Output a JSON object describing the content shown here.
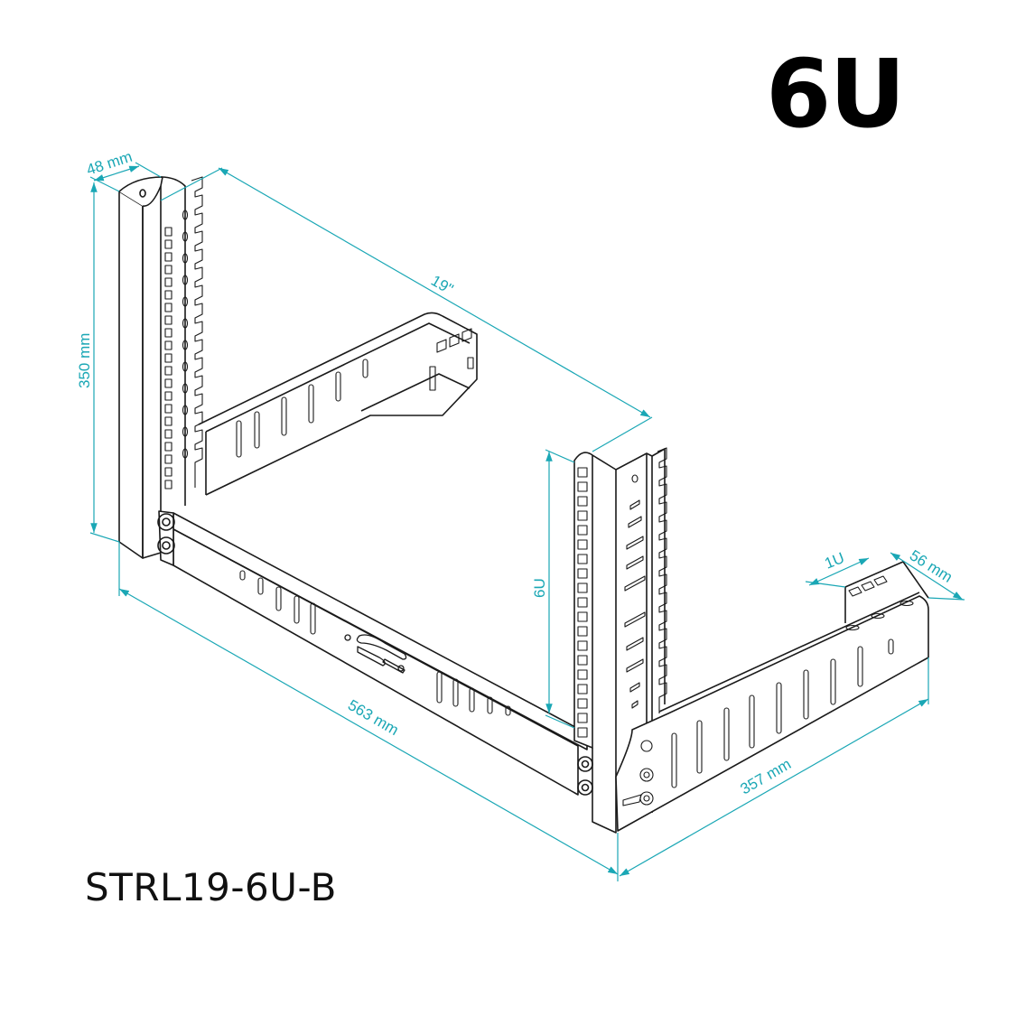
{
  "header": {
    "size_label": "6U"
  },
  "product": {
    "model_code": "STRL19-6U-B"
  },
  "colors": {
    "dimension": "#1aa7b5",
    "outline": "#1a1a1a",
    "background": "#ffffff"
  },
  "dimensions": {
    "post_width": "48 mm",
    "height": "350 mm",
    "rack_width": "19\"",
    "rack_units": "6U",
    "unit_pitch": "1U",
    "foot_width": "56 mm",
    "length": "563 mm",
    "depth": "357 mm"
  },
  "icons": {
    "brand_logo": "sf-logo"
  }
}
